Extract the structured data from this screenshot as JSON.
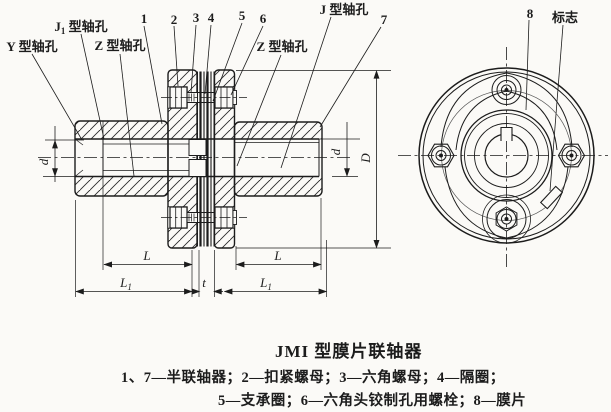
{
  "drawing": {
    "labels": {
      "y_hole": "Y 型轴孔",
      "j1_main": "J",
      "j1_sub": "1",
      "j1_rest": " 型轴孔",
      "z_hole_left": "Z 型轴孔",
      "z_hole_right": "Z 型轴孔",
      "j_hole": "J 型轴孔",
      "mark": "标志"
    },
    "part_numbers": {
      "n1": "1",
      "n2": "2",
      "n3": "3",
      "n4": "4",
      "n5": "5",
      "n6": "6",
      "n7": "7",
      "n8": "8"
    },
    "dims": {
      "d": "d",
      "D": "D",
      "L": "L",
      "L1_main": "L",
      "L1_sub": "1",
      "t": "t"
    }
  },
  "caption": {
    "title": "JMI 型膜片联轴器",
    "line1": "1、7—半联轴器；2—扣紧螺母；3—六角螺母；4—隔圈；",
    "line2": "5—支承圈；6—六角头铰制孔用螺栓；8—膜片"
  },
  "colors": {
    "ink": "#1c1c1c",
    "paper": "#fbfaf7"
  }
}
